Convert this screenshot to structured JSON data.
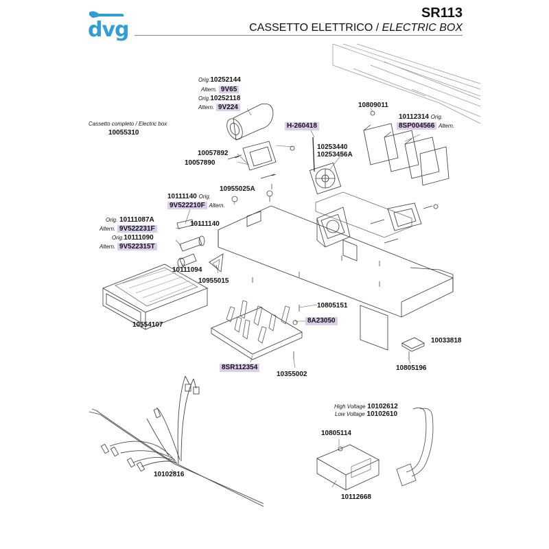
{
  "header": {
    "brand": "dvg",
    "model": "SR113",
    "title_it": "CASSETTO ELETTRICO /",
    "title_en": "ELECTRIC BOX",
    "brand_color": "#2e9fd6",
    "highlight_color": "#dccdea"
  },
  "capacitor": {
    "orig1_tag": "Orig.",
    "orig1": "10252144",
    "altern1_tag": "Altern.",
    "altern1": "9V65",
    "orig2_tag": "Orig.",
    "orig2": "10252118",
    "altern2_tag": "Altern.",
    "altern2": "9V224"
  },
  "parts": {
    "p10809011": "10809011",
    "p10112314_orig": "10112314",
    "orig_tag": "Orig.",
    "p8SP004566": "8SP004566",
    "altern_tag": "Altern.",
    "cassetto_note": "Cassetto completo / Electric box",
    "p10055310": "10055310",
    "pH260418": "H-260418",
    "p10253440": "10253440",
    "p10253456A": "10253456A",
    "p10057892": "10057892",
    "p10057890": "10057890",
    "p10955025A": "10955025A",
    "p10111140_orig": "10111140",
    "p9V522210F": "9V522210F",
    "p10111087A": "10111087A",
    "p9V522231F": "9V522231F",
    "p10111090": "10111090",
    "p9V522315T": "9V522315T",
    "p10111140": "10111140",
    "p10111094": "10111094",
    "p10955015": "10955015",
    "p10554107": "10554107",
    "p10805151": "10805151",
    "p8A23050": "8A23050",
    "p10033818": "10033818",
    "p10805196": "10805196",
    "p8SR112354": "8SR112354",
    "p10355002": "10355002",
    "hv_tag": "High Voltage",
    "p10102612": "10102612",
    "lv_tag": "Low Voltage",
    "p10102610": "10102610",
    "p10805114": "10805114",
    "p10112668": "10112668",
    "p10102816": "10102816"
  }
}
